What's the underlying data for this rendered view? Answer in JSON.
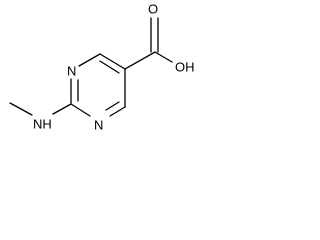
{
  "structure": {
    "atoms": {
      "ring_n_top": "N",
      "ring_n_bottom": "N",
      "carbonyl_o": "O",
      "hydroxyl": "OH",
      "amine": "NH"
    }
  }
}
